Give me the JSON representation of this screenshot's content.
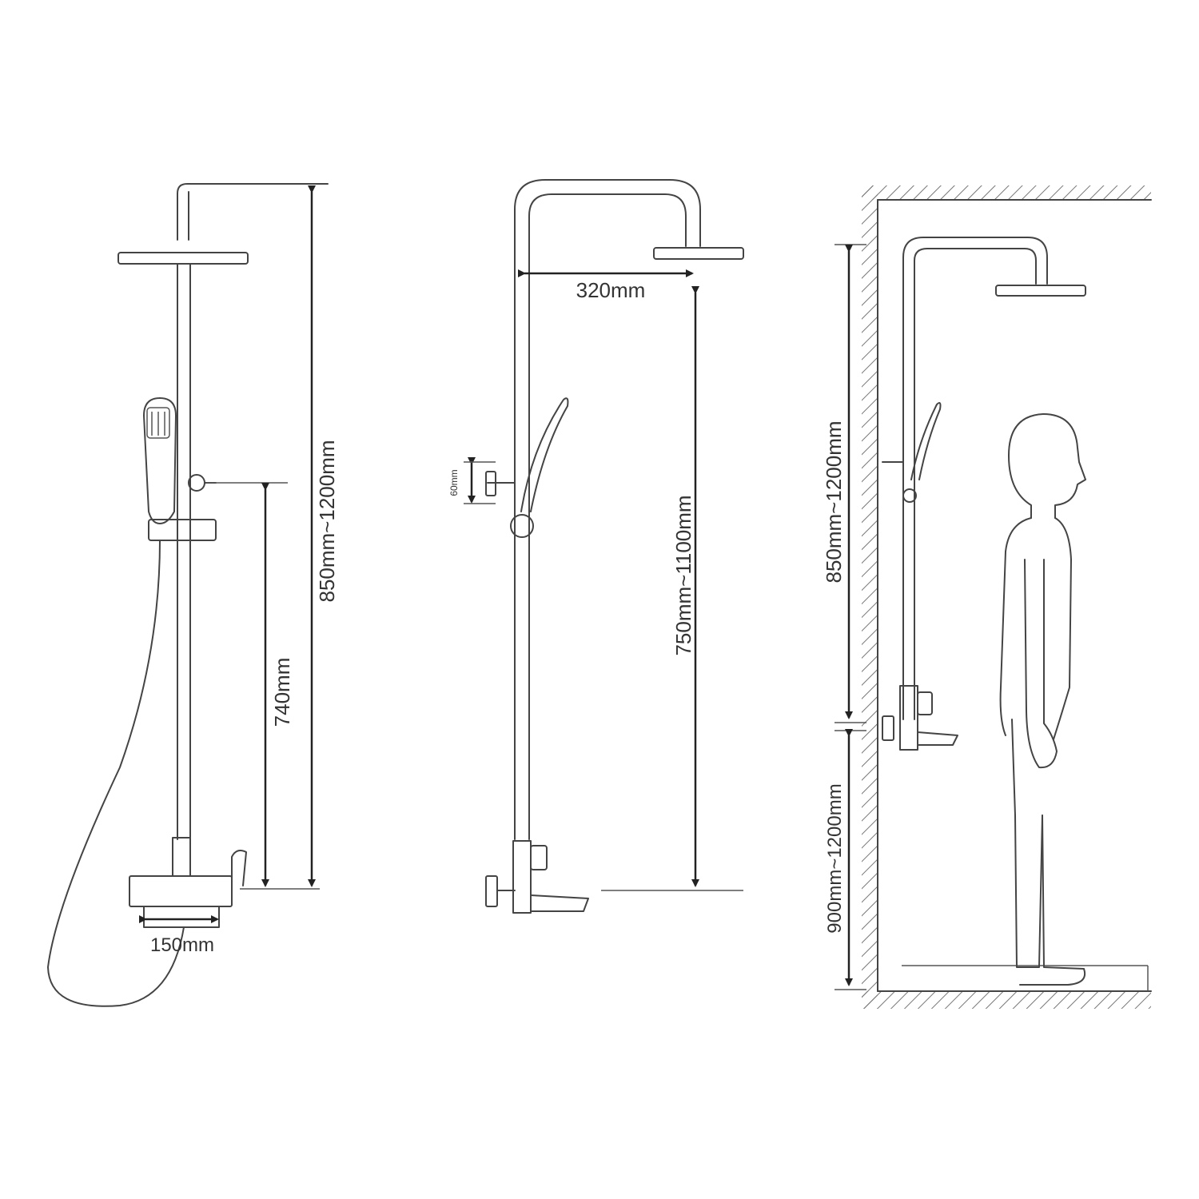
{
  "colors": {
    "line": "#444444",
    "dimension": "#222222",
    "label": "#333333",
    "hatch": "#777777"
  },
  "left_view": {
    "total_height": "850mm~1200mm",
    "valve_height": "740mm",
    "valve_width": "150mm"
  },
  "middle_view": {
    "arm_reach": "320mm",
    "column_height": "750mm~1100mm",
    "bracket_size": "60mm"
  },
  "right_view": {
    "column_height": "850mm~1200mm",
    "install_height": "900mm~1200mm"
  }
}
